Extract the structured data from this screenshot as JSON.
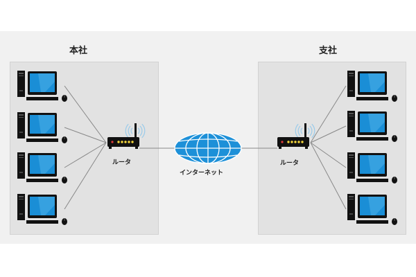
{
  "hq": {
    "title": "本社",
    "router_label": "ルータ",
    "pc_count": 4
  },
  "branch": {
    "title": "支社",
    "router_label": "ルータ",
    "pc_count": 4
  },
  "internet": {
    "label": "インターネット"
  },
  "colors": {
    "background": "#ffffff",
    "band": "#f1f1f1",
    "office": "#e2e2e2",
    "screen": "#1a8ed6",
    "router": "#111111",
    "led": "#f3d43a",
    "globe": "#1d90d8",
    "line": "#888888"
  },
  "icons": [
    "computer-icon",
    "mouse-icon",
    "router-icon",
    "wifi-icon",
    "globe-icon"
  ]
}
